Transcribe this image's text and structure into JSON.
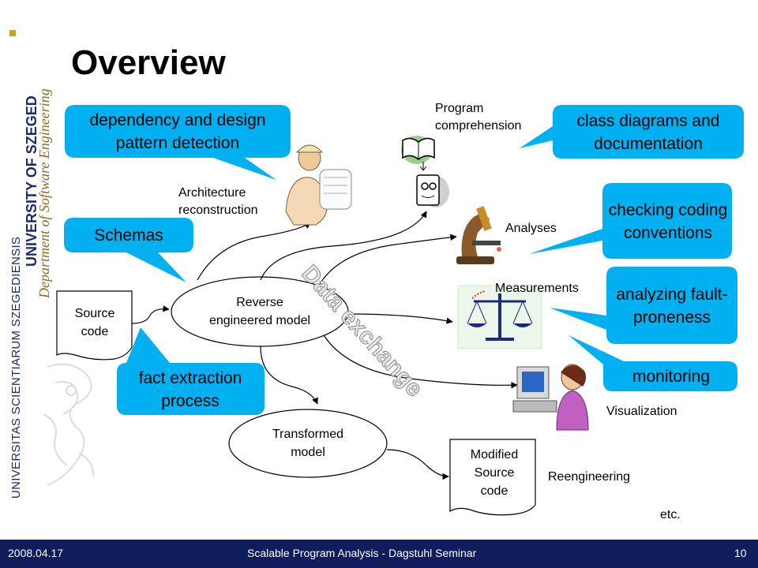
{
  "title": "Overview",
  "sidebar": {
    "line1": "UNIVERSITAS SCIENTIARUM SZEGEDIENSIS",
    "line2": "UNIVERSITY OF SZEGED",
    "line3": "Department of Software Engineering"
  },
  "callouts": {
    "dependency": "dependency and design pattern detection",
    "schemas": "Schemas",
    "fact": "fact extraction process",
    "class_diagrams": "class diagrams and documentation",
    "checking": "checking coding conventions",
    "analyzing": "analyzing fault-proneness",
    "monitoring": "monitoring"
  },
  "nodes": {
    "source": "Source code",
    "reverse": "Reverse engineered model",
    "transformed": "Transformed model",
    "modified": "Modified Source code"
  },
  "labels": {
    "program_comprehension": "Program comprehension",
    "architecture": "Architecture reconstruction",
    "analyses": "Analyses",
    "measurements": "Measurements",
    "visualization": "Visualization",
    "reengineering": "Reengineering",
    "etc": "etc.",
    "data_exchange": "Data exchange"
  },
  "footer": {
    "date": "2008.04.17",
    "center": "Scalable Program Analysis - Dagstuhl Seminar",
    "page": "10"
  },
  "colors": {
    "callout": "#00b0f0",
    "footer": "#0f1d5c",
    "brand": "#1a2a6c"
  }
}
